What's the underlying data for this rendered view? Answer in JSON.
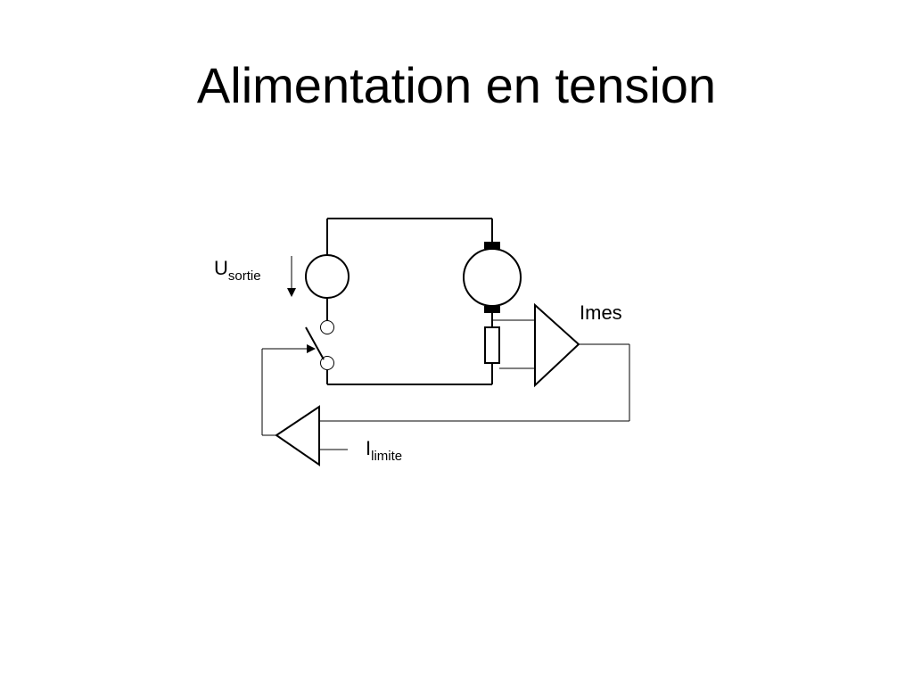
{
  "slide": {
    "title": "Alimentation en tension"
  },
  "diagram": {
    "labels": {
      "u_main": "U",
      "u_sub": "sortie",
      "imes": "Imes",
      "i_main": "I",
      "i_sub": "limite"
    },
    "colors": {
      "stroke": "#000000",
      "background": "#ffffff"
    }
  }
}
